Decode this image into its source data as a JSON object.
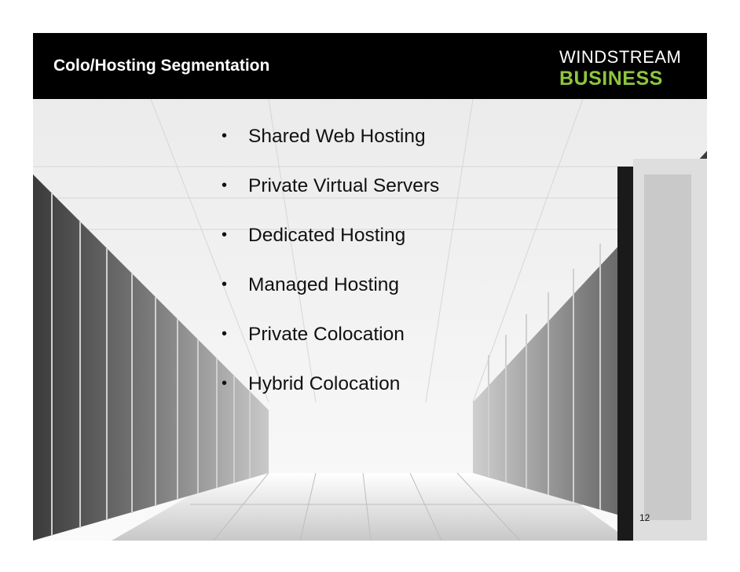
{
  "slide": {
    "title": "Colo/Hosting Segmentation",
    "logo": {
      "line1": "WINDSTREAM",
      "line2": "BUSINESS"
    },
    "bullet_symbol": "•",
    "bullets": [
      "Shared Web Hosting",
      "Private Virtual Servers",
      "Dedicated Hosting",
      "Managed Hosting",
      "Private Colocation",
      "Hybrid Colocation"
    ],
    "page_number": "12"
  },
  "colors": {
    "title_bar": "#000000",
    "title_text": "#ffffff",
    "logo_accent": "#8dc63f"
  }
}
